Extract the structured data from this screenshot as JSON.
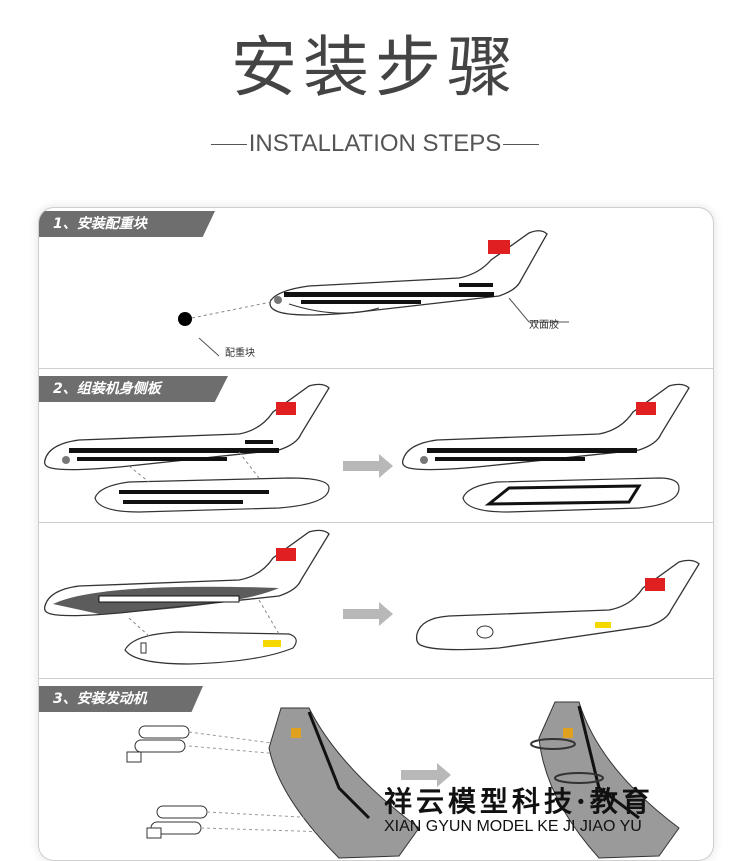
{
  "header": {
    "title": "安装步骤",
    "subtitle": "INSTALLATION STEPS"
  },
  "steps": [
    {
      "label": "1、安装配重块",
      "annotations": {
        "tape": "双面胶",
        "weight": "配重块"
      }
    },
    {
      "label": "2、组装机身侧板"
    },
    {
      "label": "3、安装发动机"
    }
  ],
  "watermark": {
    "cn": "祥云模型科技·教育",
    "en": "XIAN GYUN MODEL KE JI JIAO YU"
  },
  "colors": {
    "banner": "#6e6e6e",
    "flag": "#e02020",
    "arrow": "#b8b8b8",
    "wing": "#9a9a9a"
  }
}
